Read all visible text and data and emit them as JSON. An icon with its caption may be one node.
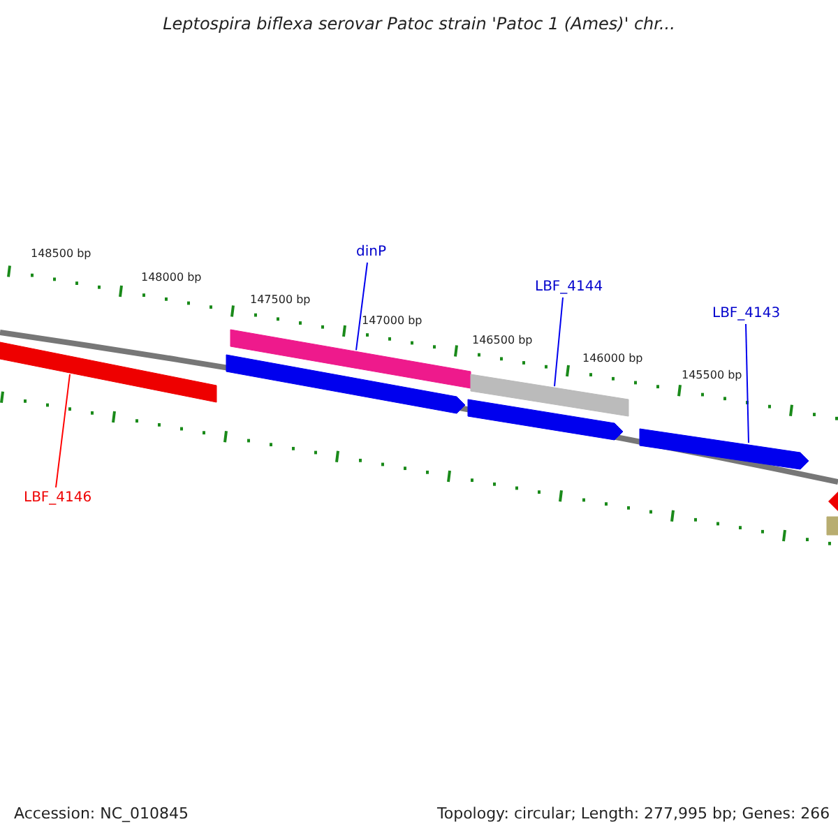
{
  "diagram": {
    "title": "Leptospira biflexa serovar Patoc strain 'Patoc 1 (Ames)' chr...",
    "nodes": [
      {
        "text": [
          "LBF_4146"
        ]
      },
      {
        "text": [],
        "shape": "bar"
      },
      {
        "text": [
          "dinP"
        ]
      },
      {
        "text": [],
        "shape": "bar"
      },
      {
        "text": [
          "LBF_4144"
        ]
      },
      {
        "text": [],
        "shape": "bar"
      },
      {
        "text": [
          "LBF_4143"
        ]
      },
      {
        "text": [],
        "shape": "arrow"
      },
      {
        "text": [],
        "shape": "arrow"
      },
      {
        "text": [],
        "shape": "arrow"
      },
      {
        "text": [],
        "shape": "diamond"
      },
      {
        "text": [],
        "shape": "bar"
      }
    ],
    "edges": [
      {
        "from": 0,
        "to": 1,
        "arrow": "none",
        "color": "#ff0000"
      },
      {
        "from": 2,
        "to": 3,
        "arrow": "none"
      },
      {
        "from": 4,
        "to": 5,
        "arrow": "none"
      },
      {
        "from": 6,
        "to": 7,
        "arrow": "none"
      }
    ],
    "labels": [
      "148500 bp",
      "148000 bp",
      "147500 bp",
      "147000 bp",
      "146500 bp",
      "146000 bp",
      "145500 bp",
      "Accession: NC_010845",
      "Topology: circular; Length: 277,995 bp; Genes: 266"
    ]
  }
}
